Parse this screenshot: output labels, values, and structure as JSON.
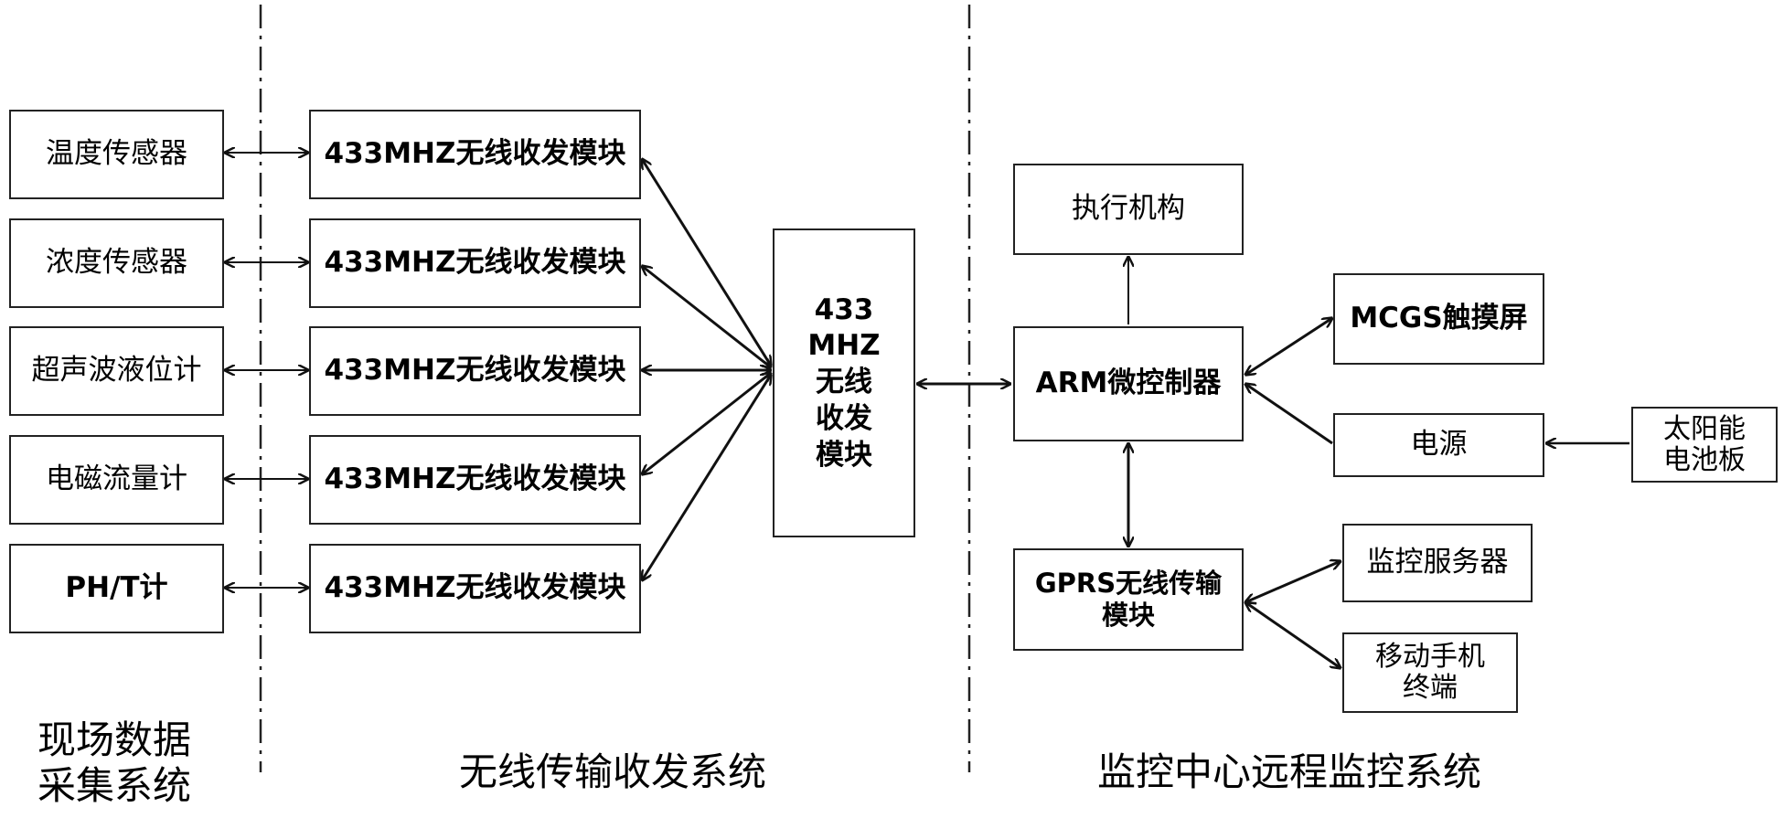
{
  "sensors": [
    "温度传感器",
    "浓度传感器",
    "超声波液位计",
    "电磁流量计",
    "PH/T计"
  ],
  "modules": [
    "433MHZ无线收发模块",
    "433MHZ无线收发模块",
    "433MHZ无线收发模块",
    "433MHZ无线收发模块",
    "433MHZ无线收发模块"
  ],
  "hub": "433\nMHZ\n无线\n收发\n模块",
  "actuator": "执行机构",
  "arm": "ARM微控制器",
  "mcgs": "MCGS触摸屏",
  "power": "电源",
  "solar": "太阳能\n电池板",
  "gprs": "GPRS无线传输\n模块",
  "server": "监控服务器",
  "mobile": "移动手机\n终端",
  "sections": {
    "field": "现场数据\n采集系统",
    "wireless": "无线传输收发系统",
    "monitor": "监控中心远程监控系统"
  }
}
